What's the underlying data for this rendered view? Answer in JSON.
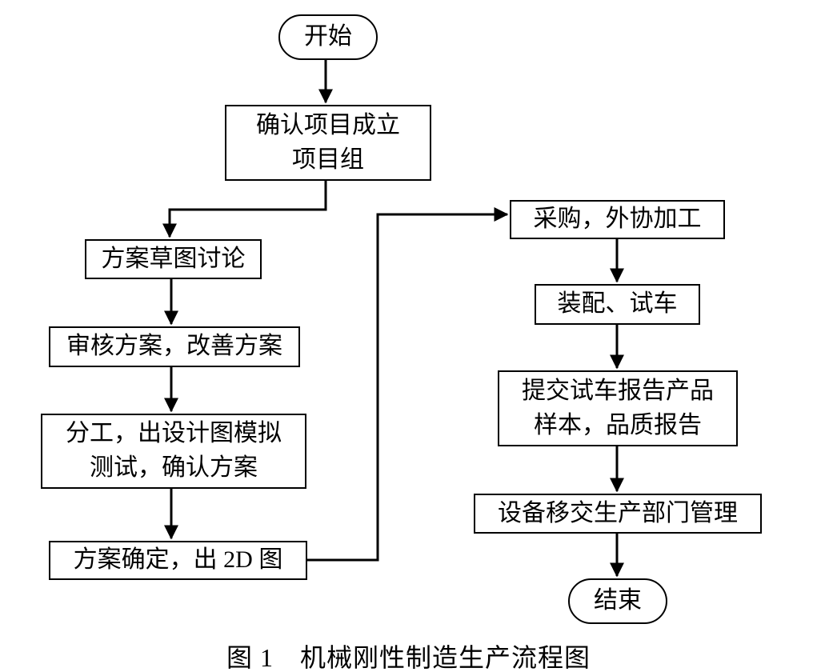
{
  "figure": {
    "caption": "图 1　机械刚性制造生产流程图"
  },
  "colors": {
    "line": "#000000",
    "node_border": "#000000",
    "background": "#ffffff",
    "text": "#000000"
  },
  "nodes": {
    "start": {
      "label": "开始",
      "type": "terminal"
    },
    "confirm_project": {
      "label": "确认项目成立\n项目组",
      "type": "process"
    },
    "sketch_discussion": {
      "label": "方案草图讨论",
      "type": "process"
    },
    "review_plan": {
      "label": "审核方案，改善方案",
      "type": "process"
    },
    "division_design": {
      "label": "分工，出设计图模拟\n测试，确认方案",
      "type": "process"
    },
    "plan_confirmed": {
      "label": "方案确定，出 2D 图",
      "type": "process"
    },
    "procurement": {
      "label": "采购，外协加工",
      "type": "process"
    },
    "assembly_trial": {
      "label": "装配、试车",
      "type": "process"
    },
    "trial_report": {
      "label": "提交试车报告产品\n样本，品质报告",
      "type": "process"
    },
    "handover": {
      "label": "设备移交生产部门管理",
      "type": "process"
    },
    "end": {
      "label": "结束",
      "type": "terminal"
    }
  },
  "edges": [
    {
      "from": "start",
      "to": "confirm_project"
    },
    {
      "from": "confirm_project",
      "to": "sketch_discussion"
    },
    {
      "from": "sketch_discussion",
      "to": "review_plan"
    },
    {
      "from": "review_plan",
      "to": "division_design"
    },
    {
      "from": "division_design",
      "to": "plan_confirmed"
    },
    {
      "from": "plan_confirmed",
      "to": "procurement"
    },
    {
      "from": "procurement",
      "to": "assembly_trial"
    },
    {
      "from": "assembly_trial",
      "to": "trial_report"
    },
    {
      "from": "trial_report",
      "to": "handover"
    },
    {
      "from": "handover",
      "to": "end"
    }
  ]
}
